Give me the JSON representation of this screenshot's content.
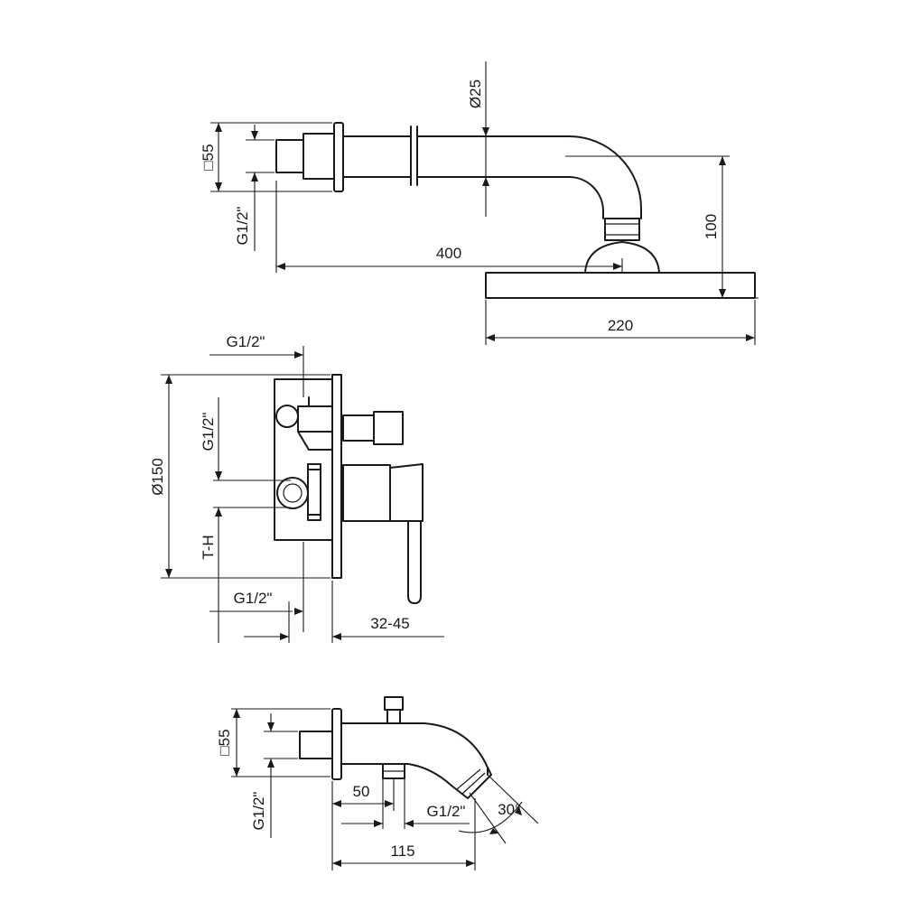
{
  "dimensions": {
    "shower_arm": {
      "flange_square": "□55",
      "inlet_thread": "G1/2\"",
      "pipe_diameter": "Ø25",
      "arm_length": "400",
      "drop_height": "100",
      "head_width": "220"
    },
    "mixer": {
      "outlet_thread_top": "G1/2\"",
      "outlet_thread_mid": "G1/2\"",
      "plate_diameter": "Ø150",
      "connection_code": "T-H",
      "inlet_thread_bottom": "G1/2\"",
      "wall_depth": "32-45"
    },
    "spout": {
      "flange_square": "□55",
      "inlet_thread": "G1/2\"",
      "diverter_offset": "50",
      "outlet_thread": "G1/2\"",
      "outlet_angle": "30°",
      "spout_length": "115"
    }
  }
}
